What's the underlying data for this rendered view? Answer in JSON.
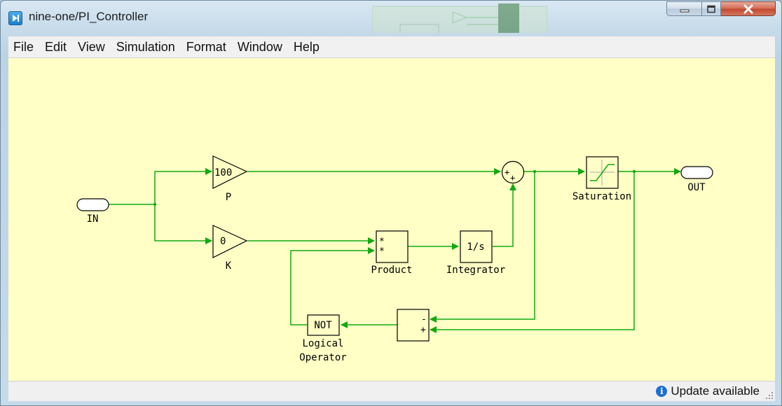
{
  "window": {
    "title": "nine-one/PI_Controller"
  },
  "menu": [
    "File",
    "Edit",
    "View",
    "Simulation",
    "Format",
    "Window",
    "Help"
  ],
  "diagram": {
    "blocks": {
      "in_port": {
        "label": "IN"
      },
      "out_port": {
        "label": "OUT"
      },
      "gain_p": {
        "value": "100",
        "label": "P"
      },
      "gain_k": {
        "value": "0",
        "label": "K"
      },
      "sum_top": {
        "signs": [
          "+",
          "+"
        ]
      },
      "product": {
        "signs": [
          "*",
          "*"
        ],
        "label": "Product"
      },
      "integrator": {
        "value": "1/s",
        "label": "Integrator"
      },
      "saturation": {
        "label": "Saturation"
      },
      "sum_bottom": {
        "signs": [
          "-",
          "+"
        ]
      },
      "logical": {
        "value": "NOT",
        "label_line1": "Logical",
        "label_line2": "Operator"
      }
    },
    "colors": {
      "background": "#ffffc6",
      "signal": "#11aa11",
      "block_border": "#000000"
    }
  },
  "status": {
    "message": "Update available",
    "icon": "info-icon"
  }
}
